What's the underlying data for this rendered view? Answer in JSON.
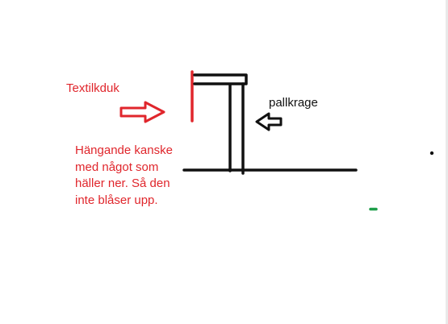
{
  "labels": {
    "textilkduk": "Textilkduk",
    "pallkrage": "pallkrage"
  },
  "note": {
    "lines": [
      "Hängande kanske",
      "med något som",
      "häller ner. Så den",
      "inte blåser upp."
    ]
  },
  "colors": {
    "annotation_red": "#e0262c",
    "ink_black": "#111111",
    "dash_green": "#1e9e4a"
  }
}
